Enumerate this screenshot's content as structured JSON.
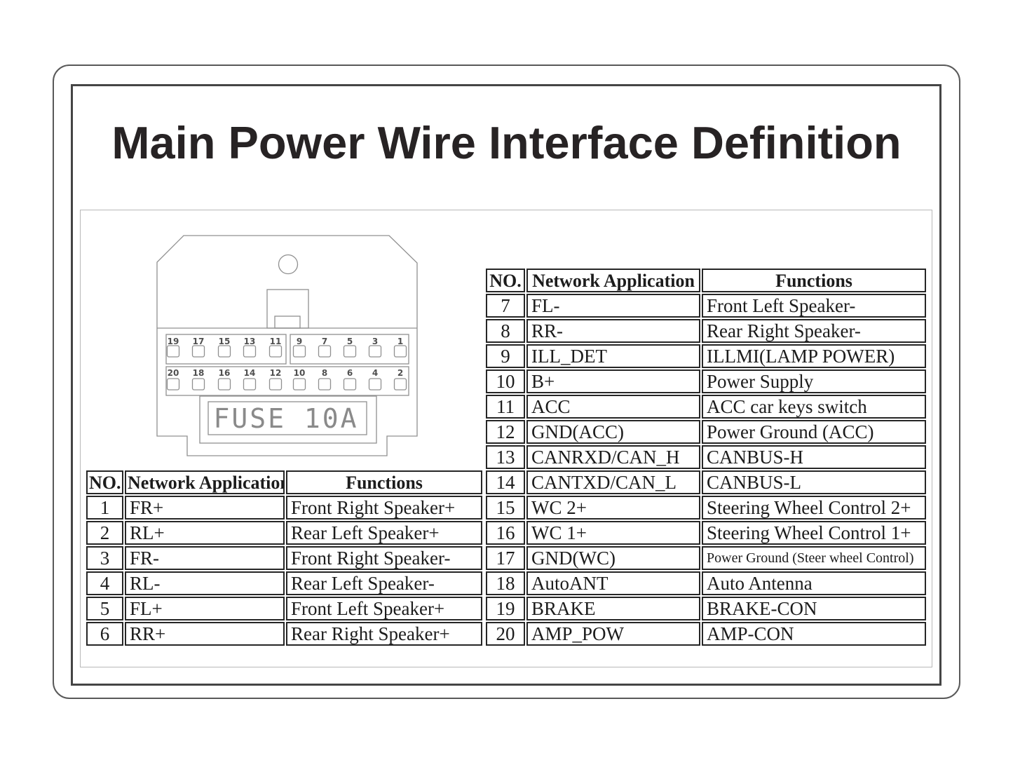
{
  "title": "Main Power Wire Interface Definition",
  "connector": {
    "fuse_label": "FUSE  10A",
    "top_row_pins_left": [
      "19",
      "17",
      "15",
      "13",
      "11"
    ],
    "top_row_pins_right": [
      "9",
      "7",
      "5",
      "3",
      "1"
    ],
    "bottom_row_pins": [
      "20",
      "18",
      "16",
      "14",
      "12",
      "10",
      "8",
      "6",
      "4",
      "2"
    ]
  },
  "left_table": {
    "headers": [
      "NO.",
      "Network Application",
      "Functions"
    ],
    "rows": [
      [
        "1",
        "FR+",
        "Front Right Speaker+"
      ],
      [
        "2",
        "RL+",
        "Rear Left Speaker+"
      ],
      [
        "3",
        "FR-",
        "Front Right Speaker-"
      ],
      [
        "4",
        "RL-",
        "Rear Left Speaker-"
      ],
      [
        "5",
        "FL+",
        "Front Left Speaker+"
      ],
      [
        "6",
        "RR+",
        "Rear Right Speaker+"
      ]
    ]
  },
  "right_table": {
    "headers": [
      "NO.",
      "Network Application",
      "Functions"
    ],
    "rows": [
      [
        "7",
        "FL-",
        "Front Left Speaker-"
      ],
      [
        "8",
        "RR-",
        "Rear Right Speaker-"
      ],
      [
        "9",
        "ILL_DET",
        "ILLMI(LAMP POWER)"
      ],
      [
        "10",
        "B+",
        "Power Supply"
      ],
      [
        "11",
        "ACC",
        "ACC car keys switch"
      ],
      [
        "12",
        "GND(ACC)",
        "Power Ground (ACC)"
      ],
      [
        "13",
        "CANRXD/CAN_H",
        "CANBUS-H"
      ],
      [
        "14",
        "CANTXD/CAN_L",
        "CANBUS-L"
      ],
      [
        "15",
        "WC 2+",
        "Steering Wheel Control 2+"
      ],
      [
        "16",
        "WC 1+",
        "Steering Wheel Control 1+"
      ],
      [
        "17",
        "GND(WC)",
        "Power Ground (Steer wheel Control)"
      ],
      [
        "18",
        "AutoANT",
        "Auto Antenna"
      ],
      [
        "19",
        "BRAKE",
        "BRAKE-CON"
      ],
      [
        "20",
        "AMP_POW",
        "AMP-CON"
      ]
    ]
  }
}
